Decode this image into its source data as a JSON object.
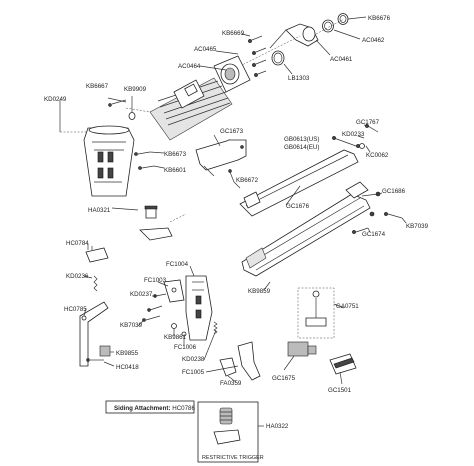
{
  "labels": {
    "KB6676": "KB6676",
    "AC0462": "AC0462",
    "KB6669": "KB6669",
    "AC0465": "AC0465",
    "AC0461": "AC0461",
    "AC0464": "AC0464",
    "LB1303": "LB1303",
    "KB6667": "KB6667",
    "KB9909": "KB9909",
    "KD0249": "KD0249",
    "GC1673": "GC1673",
    "GC1767": "GC1767",
    "KD0233": "KD0233",
    "GB0613": "GB0613(US)",
    "GB0614": "GB0614(EU)",
    "KC0062": "KC0062",
    "KB6673": "KB6673",
    "KB6601": "KB6601",
    "KB6672": "KB6672",
    "GC1686": "GC1686",
    "GC1676": "GC1676",
    "KB7039a": "KB7039",
    "GC1674": "GC1674",
    "HA0321": "HA0321",
    "HC0784": "HC0784",
    "FC1004": "FC1004",
    "KD0236": "KD0236",
    "FC1003": "FC1003",
    "KD0237": "KD0237",
    "KB9859": "KB9859",
    "GA0751": "GA0751",
    "HC0785": "HC0785",
    "KB7039b": "KB7039",
    "KB9861": "KB9861",
    "FC1006": "FC1006",
    "KB9855": "KB9855",
    "HC0418": "HC0418",
    "KD0238": "KD0238",
    "FC1005": "FC1005",
    "FA0359": "FA0359",
    "GC1675": "GC1675",
    "GC1501": "GC1501",
    "HA0322": "HA0322"
  },
  "siding_box": {
    "prefix": "Siding Attachment:",
    "code": "HC0786"
  },
  "restrictive_trigger": "RESTRICTIVE TRIGGER"
}
